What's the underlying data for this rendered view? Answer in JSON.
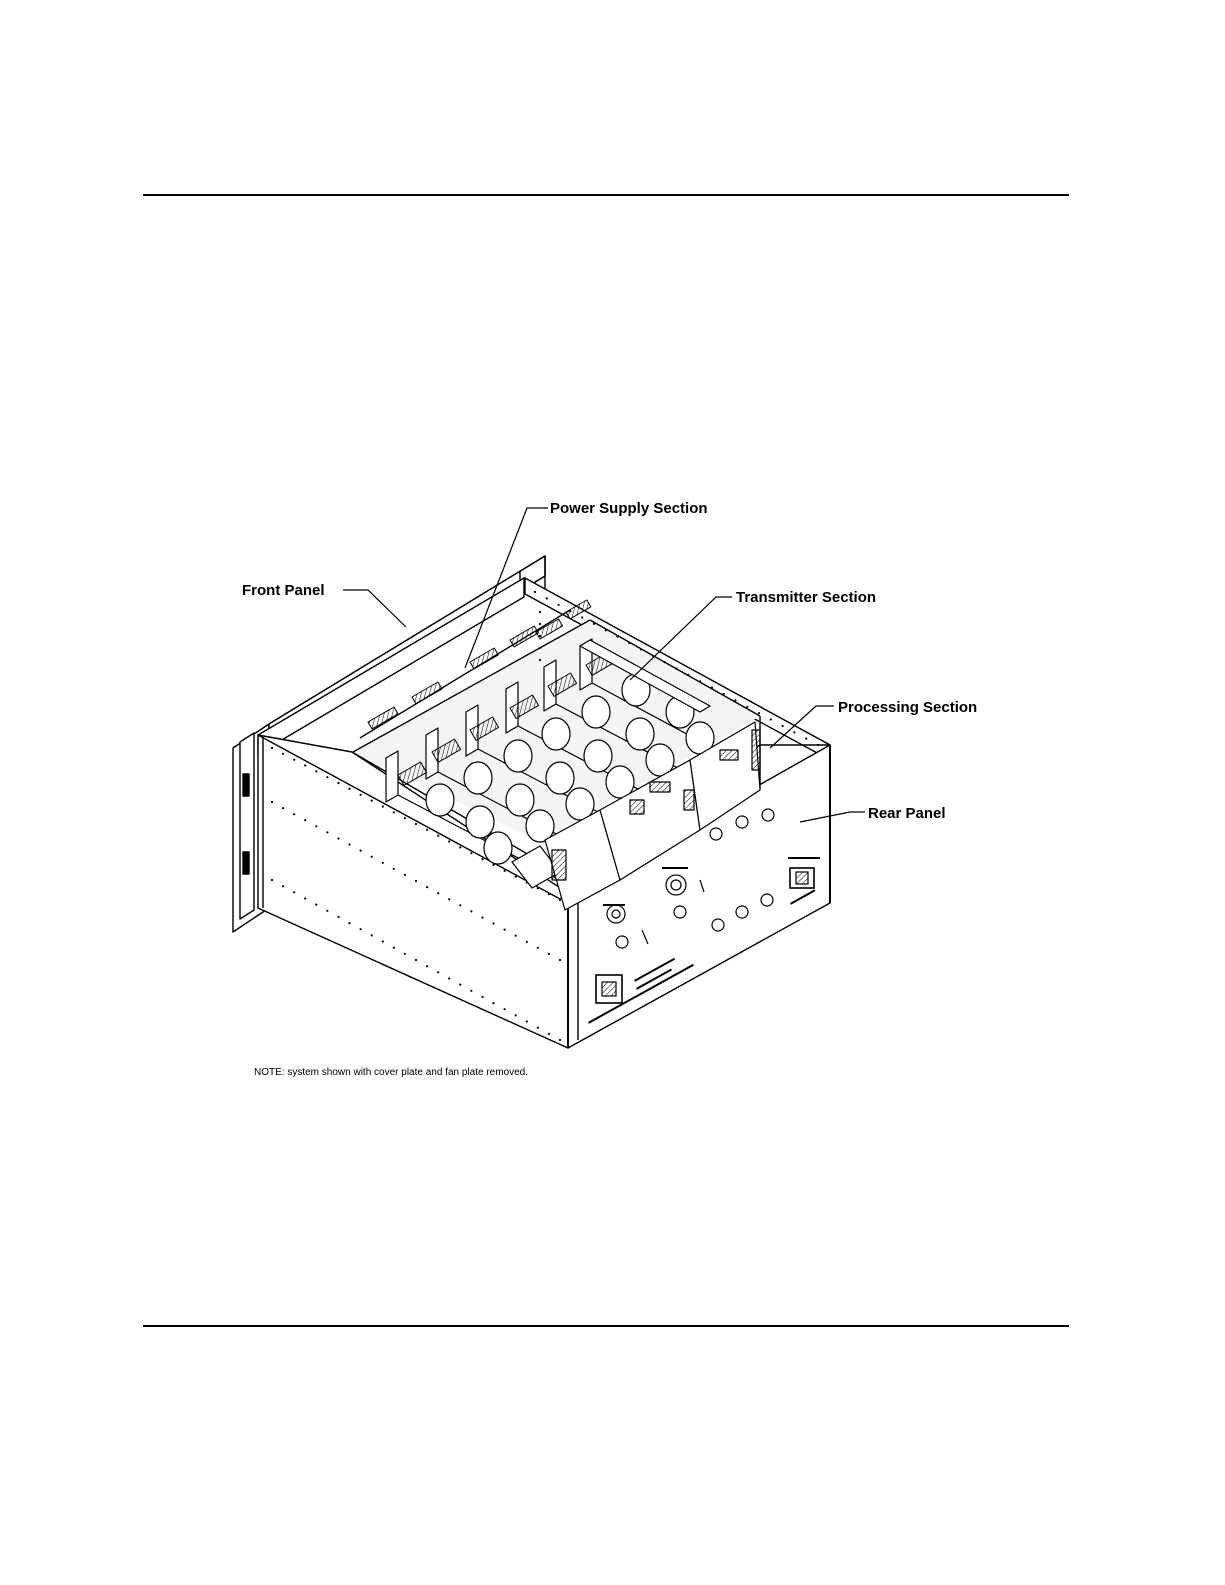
{
  "figure": {
    "labels": {
      "power_supply": "Power Supply Section",
      "front_panel": "Front Panel",
      "transmitter": "Transmitter Section",
      "processing": "Processing Section",
      "rear_panel": "Rear Panel"
    },
    "note": "NOTE: system shown with cover plate and fan plate removed."
  }
}
